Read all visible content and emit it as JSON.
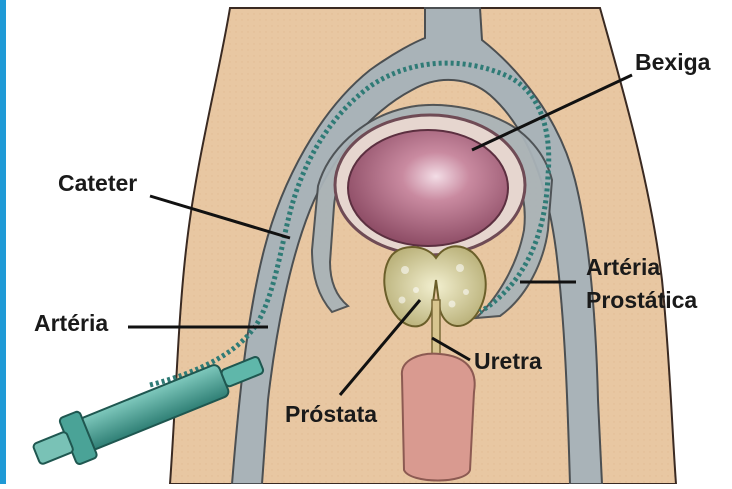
{
  "labels": {
    "bexiga": "Bexiga",
    "cateter": "Cateter",
    "arteria": "Artéria",
    "arteria_prostatica_line1": "Artéria",
    "arteria_prostatica_line2": "Prostática",
    "uretra": "Uretra",
    "prostata": "Próstata"
  },
  "colors": {
    "frame": "#1f9ad6",
    "skin": "#e9c8a4",
    "artery": "#a9b3b8",
    "bladder": "#b86e86",
    "prostate": "#d9d3a4",
    "catheter": "#2f7b76",
    "syringe": "#3f9a8f"
  }
}
